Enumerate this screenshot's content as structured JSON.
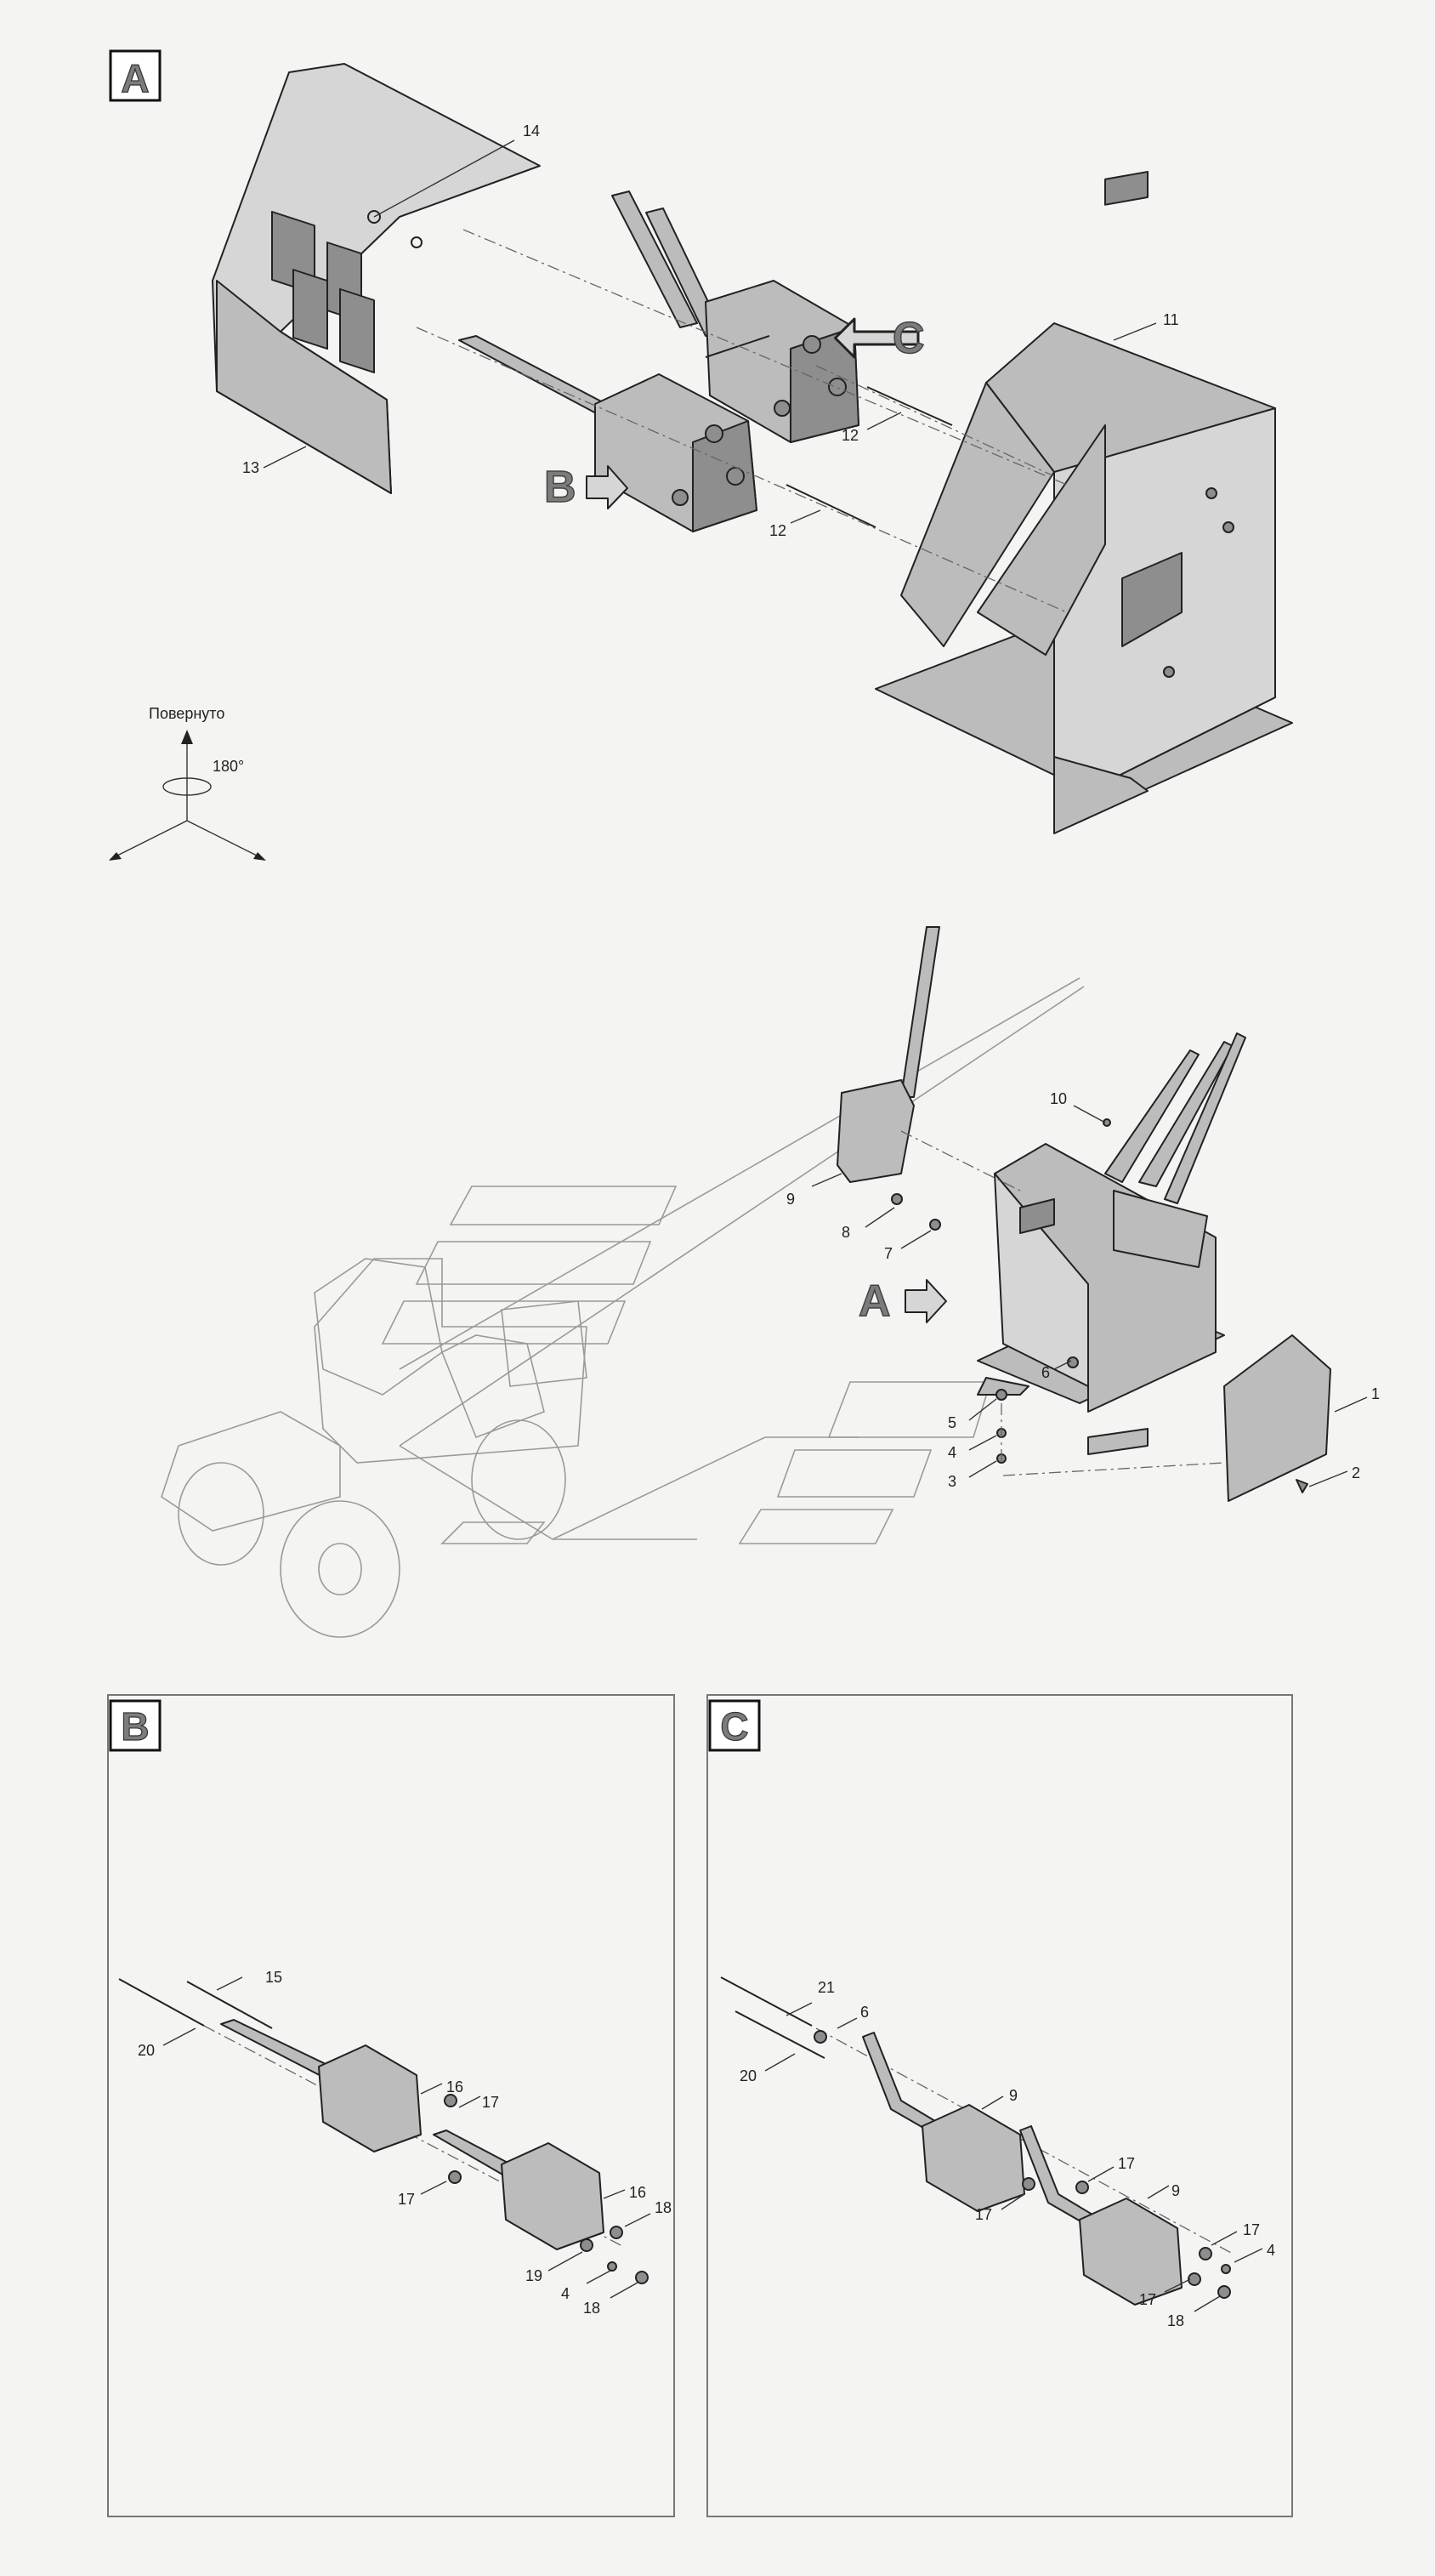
{
  "views": {
    "a": "A",
    "b": "B",
    "c": "C"
  },
  "rotation": {
    "label": "Повернуто",
    "angle": "180°"
  },
  "callouts": {
    "top": [
      "14",
      "11",
      "13",
      "12",
      "12"
    ],
    "mid": [
      "10",
      "9",
      "8",
      "7",
      "6",
      "5",
      "4",
      "3",
      "1",
      "2"
    ],
    "b": [
      "15",
      "20",
      "16",
      "17",
      "17",
      "16",
      "18",
      "19",
      "4",
      "18"
    ],
    "c": [
      "21",
      "6",
      "20",
      "9",
      "17",
      "17",
      "9",
      "17",
      "4",
      "17",
      "18"
    ]
  },
  "colors": {
    "background": "#f4f5f2",
    "part_fill": "#bcbcbc",
    "outline": "#222222",
    "ghost_lines": "#9a9a9a"
  }
}
